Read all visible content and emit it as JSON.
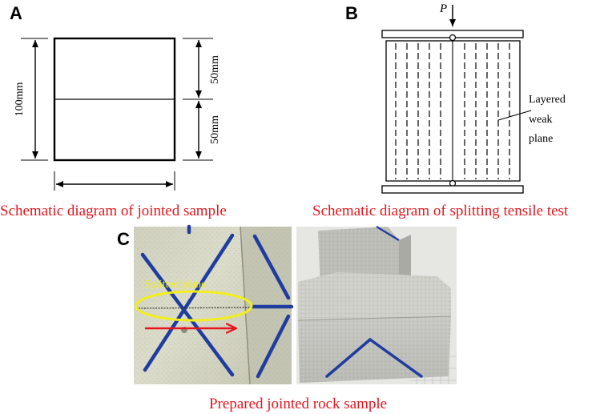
{
  "panel_a": {
    "letter": "A",
    "height_label": "100mm",
    "upper_label": "50mm",
    "lower_label": "50mm",
    "caption": "Schematic diagram of jointed sample"
  },
  "panel_b": {
    "letter": "B",
    "load_label": "P",
    "plane_label_line1": "Layered",
    "plane_label_line2": "weak",
    "plane_label_line3": "plane",
    "caption": "Schematic diagram of splitting tensile test"
  },
  "panel_c": {
    "letter": "C",
    "split_label": "Splitted plane",
    "caption": "Prepared jointed rock sample"
  },
  "colors": {
    "caption": "#e8141c",
    "ellipse": "#f2ee1c",
    "arrow": "#e8141c",
    "blue_line": "#1f3c9e",
    "stone": "#d8d9c9"
  }
}
